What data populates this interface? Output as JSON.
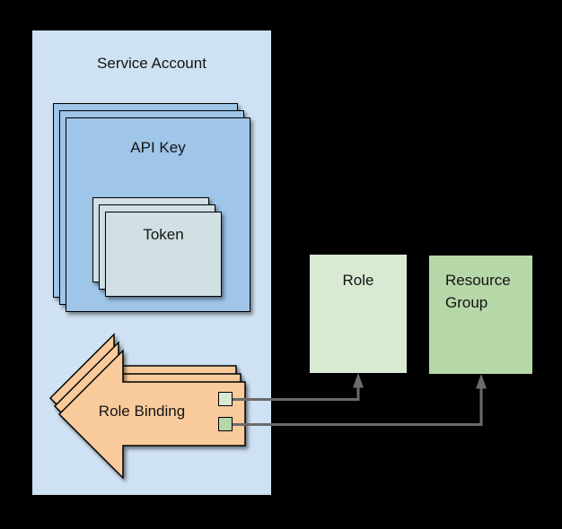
{
  "diagram": {
    "background": "#000000",
    "nodes": {
      "service_account": {
        "label": "Service Account",
        "fill": "#CFE2F3",
        "stack_count": 1
      },
      "api_key": {
        "label": "API Key",
        "fill": "#9FC5E8",
        "stack_count": 3
      },
      "token": {
        "label": "Token",
        "fill": "#D0E0E3",
        "stack_count": 3
      },
      "role_binding": {
        "label": "Role Binding",
        "fill": "#F9CB9C",
        "stack_count": 3
      },
      "role": {
        "label": "Role",
        "fill": "#D9EAD3",
        "stack_count": 1
      },
      "resource_group": {
        "label": "Resource Group",
        "fill": "#B6D7A8",
        "stack_count": 1
      }
    },
    "ports": {
      "role_port_fill": "#D9EAD3",
      "resource_group_port_fill": "#B6D7A8"
    },
    "connectors": [
      {
        "from": "role_binding",
        "to": "role",
        "color": "#6B6B6B",
        "style": "elbow-arrow-up"
      },
      {
        "from": "role_binding",
        "to": "resource_group",
        "color": "#6B6B6B",
        "style": "elbow-arrow-up"
      }
    ],
    "containment": [
      "token inside api_key",
      "api_key inside service_account",
      "role_binding inside service_account"
    ]
  }
}
